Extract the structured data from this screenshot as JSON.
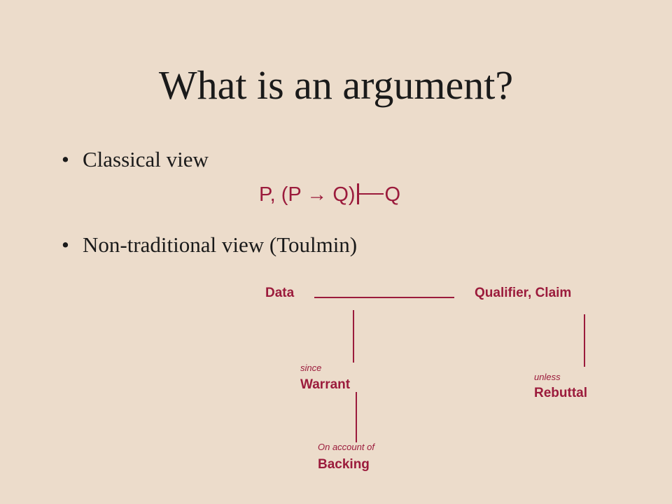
{
  "slide": {
    "title": "What is an argument?",
    "bullets": [
      {
        "marker": "•",
        "text": "Classical view"
      },
      {
        "marker": "•",
        "text": "Non-traditional view (Toulmin)"
      }
    ],
    "formula": {
      "left": "P, (P",
      "arrow": "→",
      "right": "Q)",
      "conclusion": "Q"
    },
    "diagram": {
      "data": "Data",
      "qualifier_claim": "Qualifier, Claim",
      "since": "since",
      "warrant": "Warrant",
      "unless": "unless",
      "rebuttal": "Rebuttal",
      "on_account_of": "On account of",
      "backing": "Backing"
    }
  },
  "colors": {
    "background": "#ecdccb",
    "text": "#1a1a1a",
    "accent": "#9b1b3c"
  }
}
